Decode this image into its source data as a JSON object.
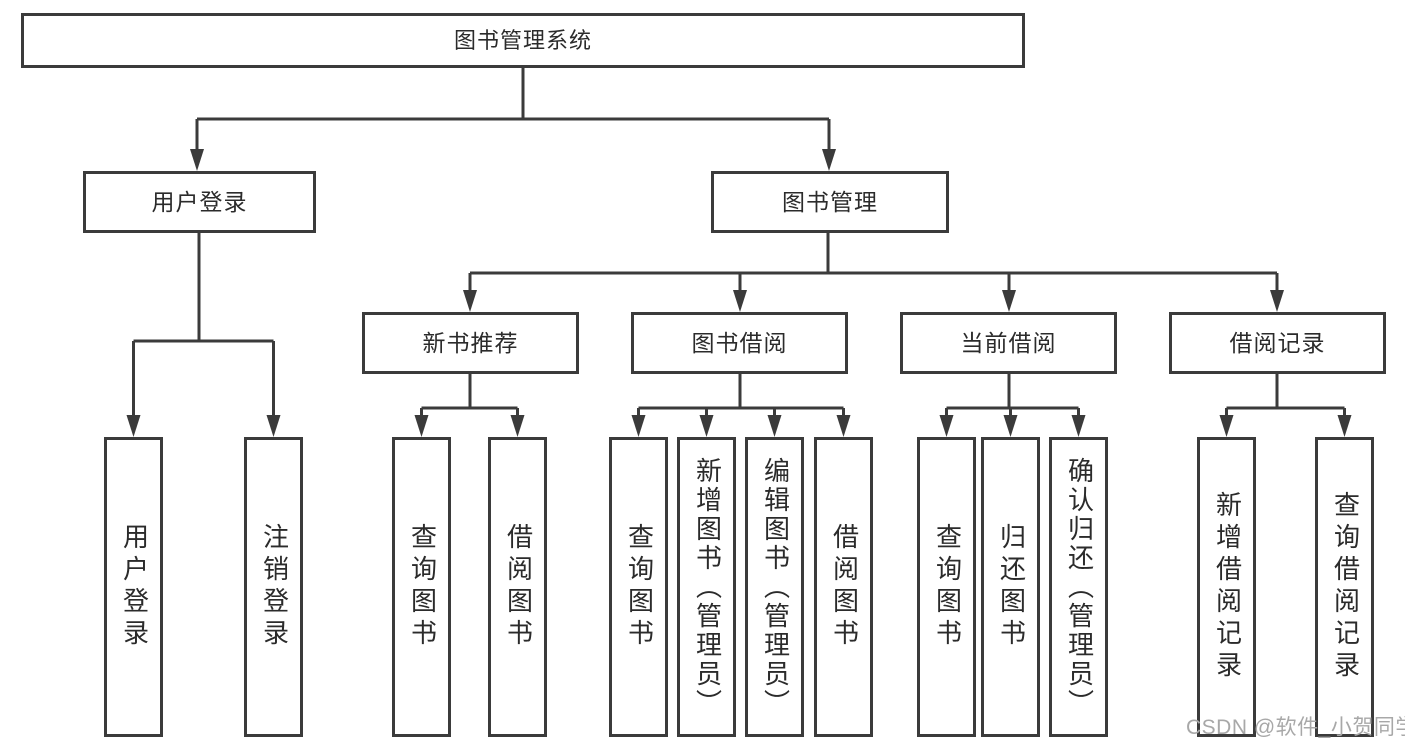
{
  "diagram": {
    "root": "图书管理系统",
    "level2": [
      "用户登录",
      "图书管理"
    ],
    "level3": [
      "新书推荐",
      "图书借阅",
      "当前借阅",
      "借阅记录"
    ],
    "leaves": [
      "用户登录",
      "注销登录",
      "查询图书",
      "借阅图书",
      "查询图书",
      "新增图书（管理员）",
      "编辑图书（管理员）",
      "借阅图书",
      "查询图书",
      "归还图书",
      "确认归还（管理员）",
      "新增借阅记录",
      "查询借阅记录"
    ]
  },
  "watermark": "CSDN @软件_小贺同学",
  "colors": {
    "line": "#3b3b3b",
    "text": "#2b2b2b",
    "watermark": "#a8a8a8",
    "background": "#ffffff"
  }
}
